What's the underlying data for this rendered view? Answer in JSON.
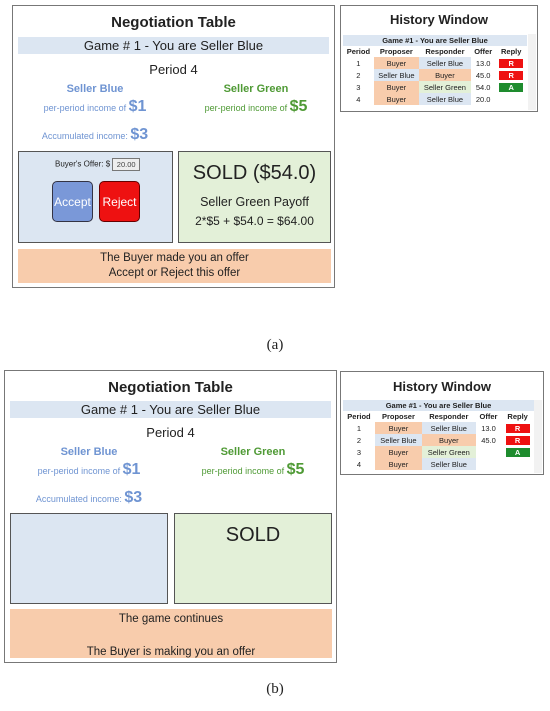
{
  "panel_a": {
    "negotiation": {
      "title": "Negotiation Table",
      "game_banner": "Game # 1 - You are Seller Blue",
      "period": "Period 4",
      "seller_blue": {
        "name": "Seller Blue",
        "income_label": "per-period income of",
        "income_value": "$1",
        "accumulated_label": "Accumulated income:",
        "accumulated_value": "$3"
      },
      "seller_green": {
        "name": "Seller Green",
        "income_label": "per-period income of",
        "income_value": "$5"
      },
      "buyers_offer_label": "Buyer's Offer: $",
      "buyers_offer_value": "20.00",
      "accept_label": "Accept",
      "reject_label": "Reject",
      "sold_text": "SOLD ($54.0)",
      "payoff_title": "Seller Green Payoff",
      "payoff_formula": "2*$5 + $54.0 = $64.00",
      "message_line1": "The Buyer made you an offer",
      "message_line2": "Accept or Reject this offer"
    },
    "history": {
      "title": "History Window",
      "game_label": "Game #1 - You are Seller Blue",
      "headers": [
        "Period",
        "Proposer",
        "Responder",
        "Offer",
        "Reply"
      ],
      "rows": [
        {
          "period": "1",
          "proposer": "Buyer",
          "responder": "Seller Blue",
          "offer": "13.0",
          "reply": "R"
        },
        {
          "period": "2",
          "proposer": "Seller Blue",
          "responder": "Buyer",
          "offer": "45.0",
          "reply": "R"
        },
        {
          "period": "3",
          "proposer": "Buyer",
          "responder": "Seller Green",
          "offer": "54.0",
          "reply": "A"
        },
        {
          "period": "4",
          "proposer": "Buyer",
          "responder": "Seller Blue",
          "offer": "20.0",
          "reply": ""
        }
      ]
    },
    "caption": "(a)"
  },
  "panel_b": {
    "negotiation": {
      "title": "Negotiation Table",
      "game_banner": "Game # 1 - You are Seller Blue",
      "period": "Period 4",
      "seller_blue": {
        "name": "Seller Blue",
        "income_label": "per-period income of",
        "income_value": "$1",
        "accumulated_label": "Accumulated income:",
        "accumulated_value": "$3"
      },
      "seller_green": {
        "name": "Seller Green",
        "income_label": "per-period income of",
        "income_value": "$5"
      },
      "sold_text": "SOLD",
      "message_line1": "The game continues",
      "message_line2": "The Buyer is making you an offer"
    },
    "history": {
      "title": "History Window",
      "game_label": "Game #1 - You are Seller Blue",
      "headers": [
        "Period",
        "Proposer",
        "Responder",
        "Offer",
        "Reply"
      ],
      "rows": [
        {
          "period": "1",
          "proposer": "Buyer",
          "responder": "Seller Blue",
          "offer": "13.0",
          "reply": "R"
        },
        {
          "period": "2",
          "proposer": "Seller Blue",
          "responder": "Buyer",
          "offer": "45.0",
          "reply": "R"
        },
        {
          "period": "3",
          "proposer": "Buyer",
          "responder": "Seller Green",
          "offer": "",
          "reply": "A"
        },
        {
          "period": "4",
          "proposer": "Buyer",
          "responder": "Seller Blue",
          "offer": "",
          "reply": ""
        }
      ]
    },
    "caption": "(b)"
  }
}
